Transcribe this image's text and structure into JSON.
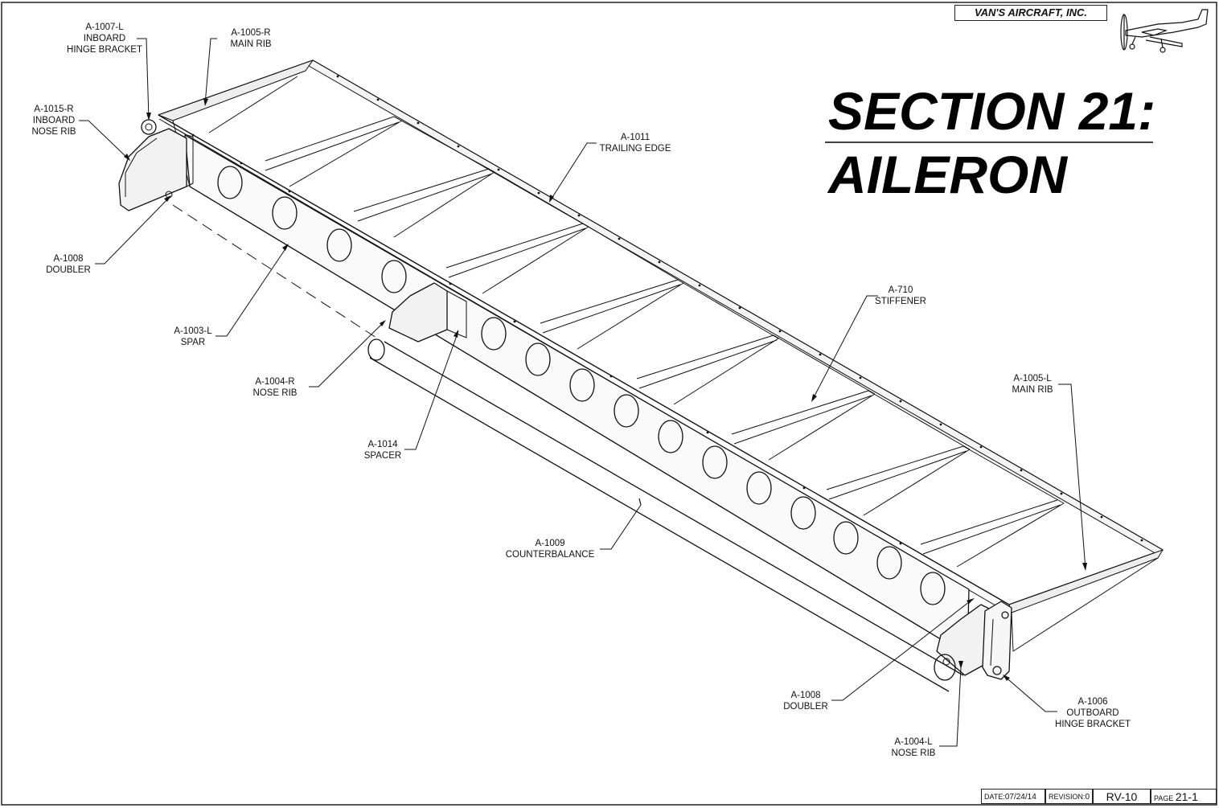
{
  "header": {
    "company": "VAN'S AIRCRAFT, INC.",
    "logo": "rv-aircraft-logo"
  },
  "title": {
    "line1": "SECTION 21:",
    "line2": "AILERON"
  },
  "callouts": {
    "a1007l": {
      "part": "A-1007-L",
      "desc1": "INBOARD",
      "desc2": "HINGE BRACKET"
    },
    "a1005r": {
      "part": "A-1005-R",
      "desc1": "MAIN RIB"
    },
    "a1015r": {
      "part": "A-1015-R",
      "desc1": "INBOARD",
      "desc2": "NOSE RIB"
    },
    "a1011": {
      "part": "A-1011",
      "desc1": "TRAILING EDGE"
    },
    "a1008_top": {
      "part": "A-1008",
      "desc1": "DOUBLER"
    },
    "a1003l": {
      "part": "A-1003-L",
      "desc1": "SPAR"
    },
    "a1004r": {
      "part": "A-1004-R",
      "desc1": "NOSE RIB"
    },
    "a1014": {
      "part": "A-1014",
      "desc1": "SPACER"
    },
    "a710": {
      "part": "A-710",
      "desc1": "STIFFENER"
    },
    "a1005l": {
      "part": "A-1005-L",
      "desc1": "MAIN RIB"
    },
    "a1009": {
      "part": "A-1009",
      "desc1": "COUNTERBALANCE"
    },
    "a1008_bottom": {
      "part": "A-1008",
      "desc1": "DOUBLER"
    },
    "a1006": {
      "part": "A-1006",
      "desc1": "OUTBOARD",
      "desc2": "HINGE BRACKET"
    },
    "a1004l": {
      "part": "A-1004-L",
      "desc1": "NOSE RIB"
    }
  },
  "title_block": {
    "date_label": "DATE:",
    "date": "07/24/14",
    "revision_label": "REVISION:",
    "revision": "0",
    "model": "RV-10",
    "page_label": "PAGE",
    "page": "21-1"
  }
}
